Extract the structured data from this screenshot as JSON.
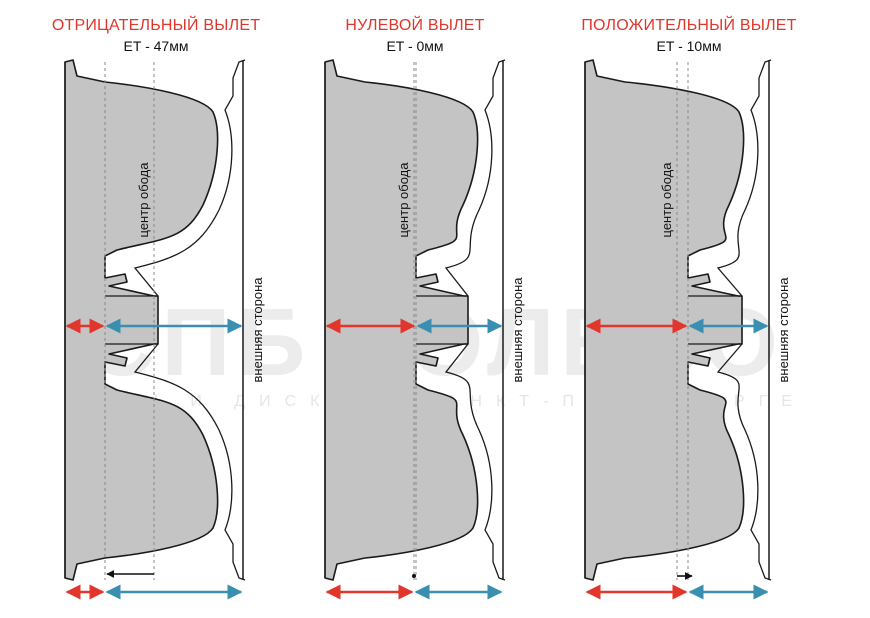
{
  "colors": {
    "title": "#e2352b",
    "rim_fill": "#c4c4c4",
    "rim_stroke": "#1a1a1a",
    "arrow_red": "#e2352b",
    "arrow_blue": "#3a8fb0",
    "watermark": "#eaeaea"
  },
  "watermark": {
    "logo": "СПБ КОЛЕСО",
    "tagline": "ШИНЫ И ДИСКИ В САНКТ-ПЕТЕРБУРГЕ"
  },
  "labels": {
    "center": "центр обода",
    "outer": "внешняя сторона"
  },
  "panels": [
    {
      "title": "ОТРИЦАТЕЛЬНЫЙ ВЫЛЕТ",
      "et_label": "ET - 47мм",
      "et_value": -47
    },
    {
      "title": "НУЛЕВОЙ ВЫЛЕТ",
      "et_label": "ET - 0мм",
      "et_value": 0
    },
    {
      "title": "ПОЛОЖИТЕЛЬНЫЙ ВЫЛЕТ",
      "et_label": "ET - 10мм",
      "et_value": 10
    }
  ]
}
